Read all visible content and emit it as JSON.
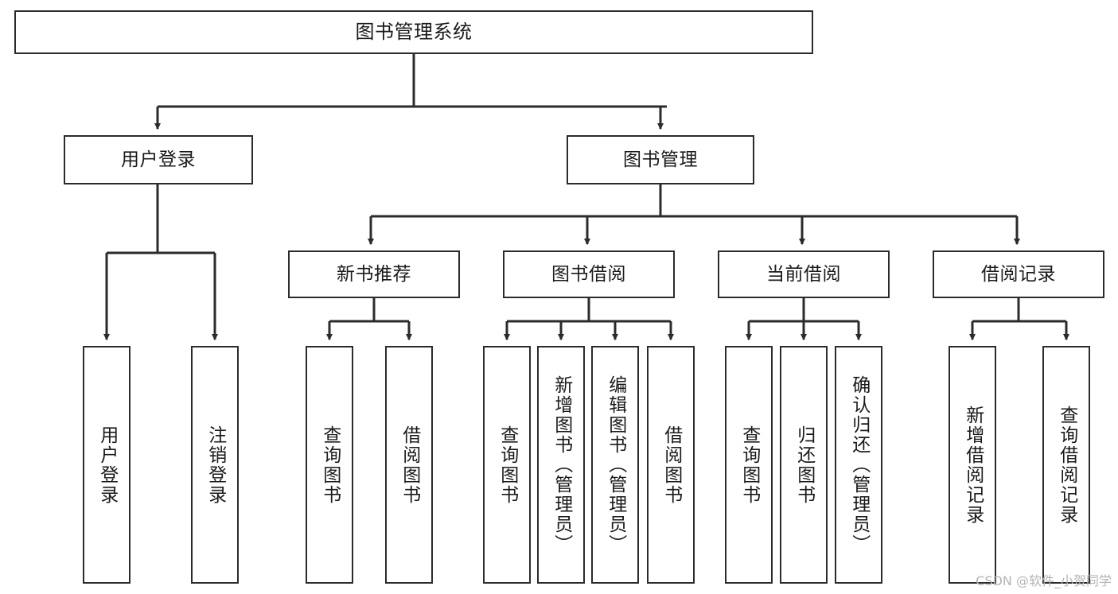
{
  "diagram": {
    "title": "图书管理系统",
    "type": "tree",
    "orientation": "top-down",
    "stroke_color": "#2b2b2b",
    "fill_color": "#ffffff",
    "text_color": "#1a1a1a",
    "nodes": {
      "root": {
        "label": "图书管理系统"
      },
      "level2": [
        {
          "label": "用户登录"
        },
        {
          "label": "图书管理"
        }
      ],
      "level3": [
        {
          "label": "新书推荐"
        },
        {
          "label": "图书借阅"
        },
        {
          "label": "当前借阅"
        },
        {
          "label": "借阅记录"
        }
      ],
      "leaves": [
        {
          "label": "用户登录"
        },
        {
          "label": "注销登录"
        },
        {
          "label": "查询图书"
        },
        {
          "label": "借阅图书"
        },
        {
          "label": "查询图书"
        },
        {
          "label": "新增图书（管理员）"
        },
        {
          "label": "编辑图书（管理员）"
        },
        {
          "label": "借阅图书"
        },
        {
          "label": "查询图书"
        },
        {
          "label": "归还图书"
        },
        {
          "label": "确认归还（管理员）"
        },
        {
          "label": "新增借阅记录"
        },
        {
          "label": "查询借阅记录"
        }
      ]
    }
  },
  "watermark": {
    "text": "CSDN @软件_小贺同学"
  }
}
